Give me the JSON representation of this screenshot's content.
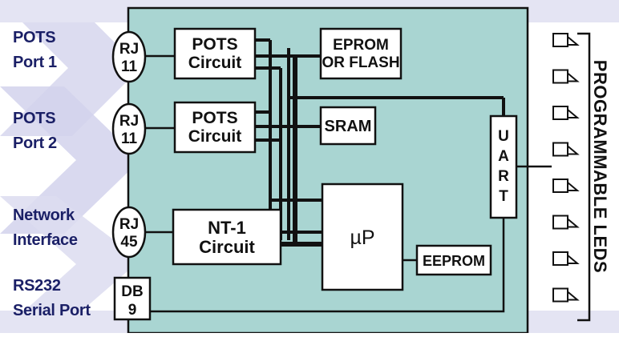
{
  "ports": [
    {
      "line1": "POTS",
      "line2": "Port 1"
    },
    {
      "line1": "POTS",
      "line2": "Port 2"
    },
    {
      "line1": "Network",
      "line2": "Interface"
    },
    {
      "line1": "RS232",
      "line2": "Serial Port"
    }
  ],
  "connectors": [
    {
      "line1": "RJ",
      "line2": "11"
    },
    {
      "line1": "RJ",
      "line2": "11"
    },
    {
      "line1": "RJ",
      "line2": "45"
    },
    {
      "line1": "DB",
      "line2": "9"
    }
  ],
  "blocks": {
    "pots1": {
      "line1": "POTS",
      "line2": "Circuit"
    },
    "pots2": {
      "line1": "POTS",
      "line2": "Circuit"
    },
    "nt1": {
      "line1": "NT-1",
      "line2": "Circuit"
    },
    "eprom": {
      "line1": "EPROM",
      "line2": "OR FLASH"
    },
    "sram": "SRAM",
    "micro": "µP",
    "eeprom": "EEPROM",
    "uart": [
      "U",
      "A",
      "R",
      "T"
    ]
  },
  "side_label": "PROGRAMMABLE LEDS",
  "colors": {
    "board": "#a9d5d2",
    "arrow_light": "#dcdcf0",
    "arrow_mid": "#cdcde8",
    "label_text": "#1a1f66",
    "line": "#111111"
  }
}
